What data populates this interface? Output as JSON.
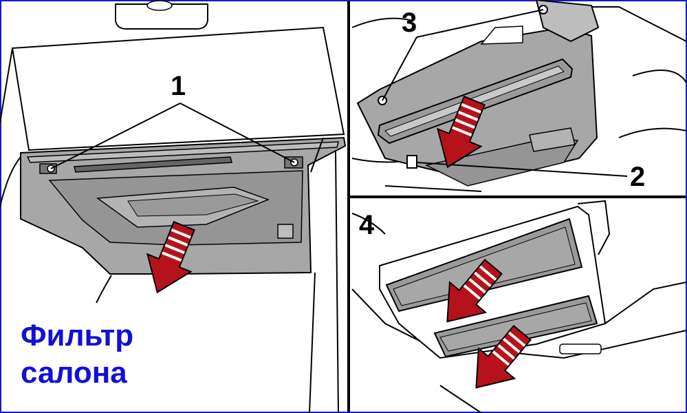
{
  "caption": {
    "line1": "Фильтр",
    "line2": "салона"
  },
  "callouts": {
    "c1": "1",
    "c2": "2",
    "c3": "3",
    "c4": "4"
  },
  "colors": {
    "arrow": "#b5121b",
    "panel_gray": "#a7a7a7",
    "filter_gray": "#9a9a9a",
    "caption_blue": "#1010d8",
    "frame_blue": "#1818c8"
  },
  "icons": [
    "down-arrow-icon"
  ]
}
